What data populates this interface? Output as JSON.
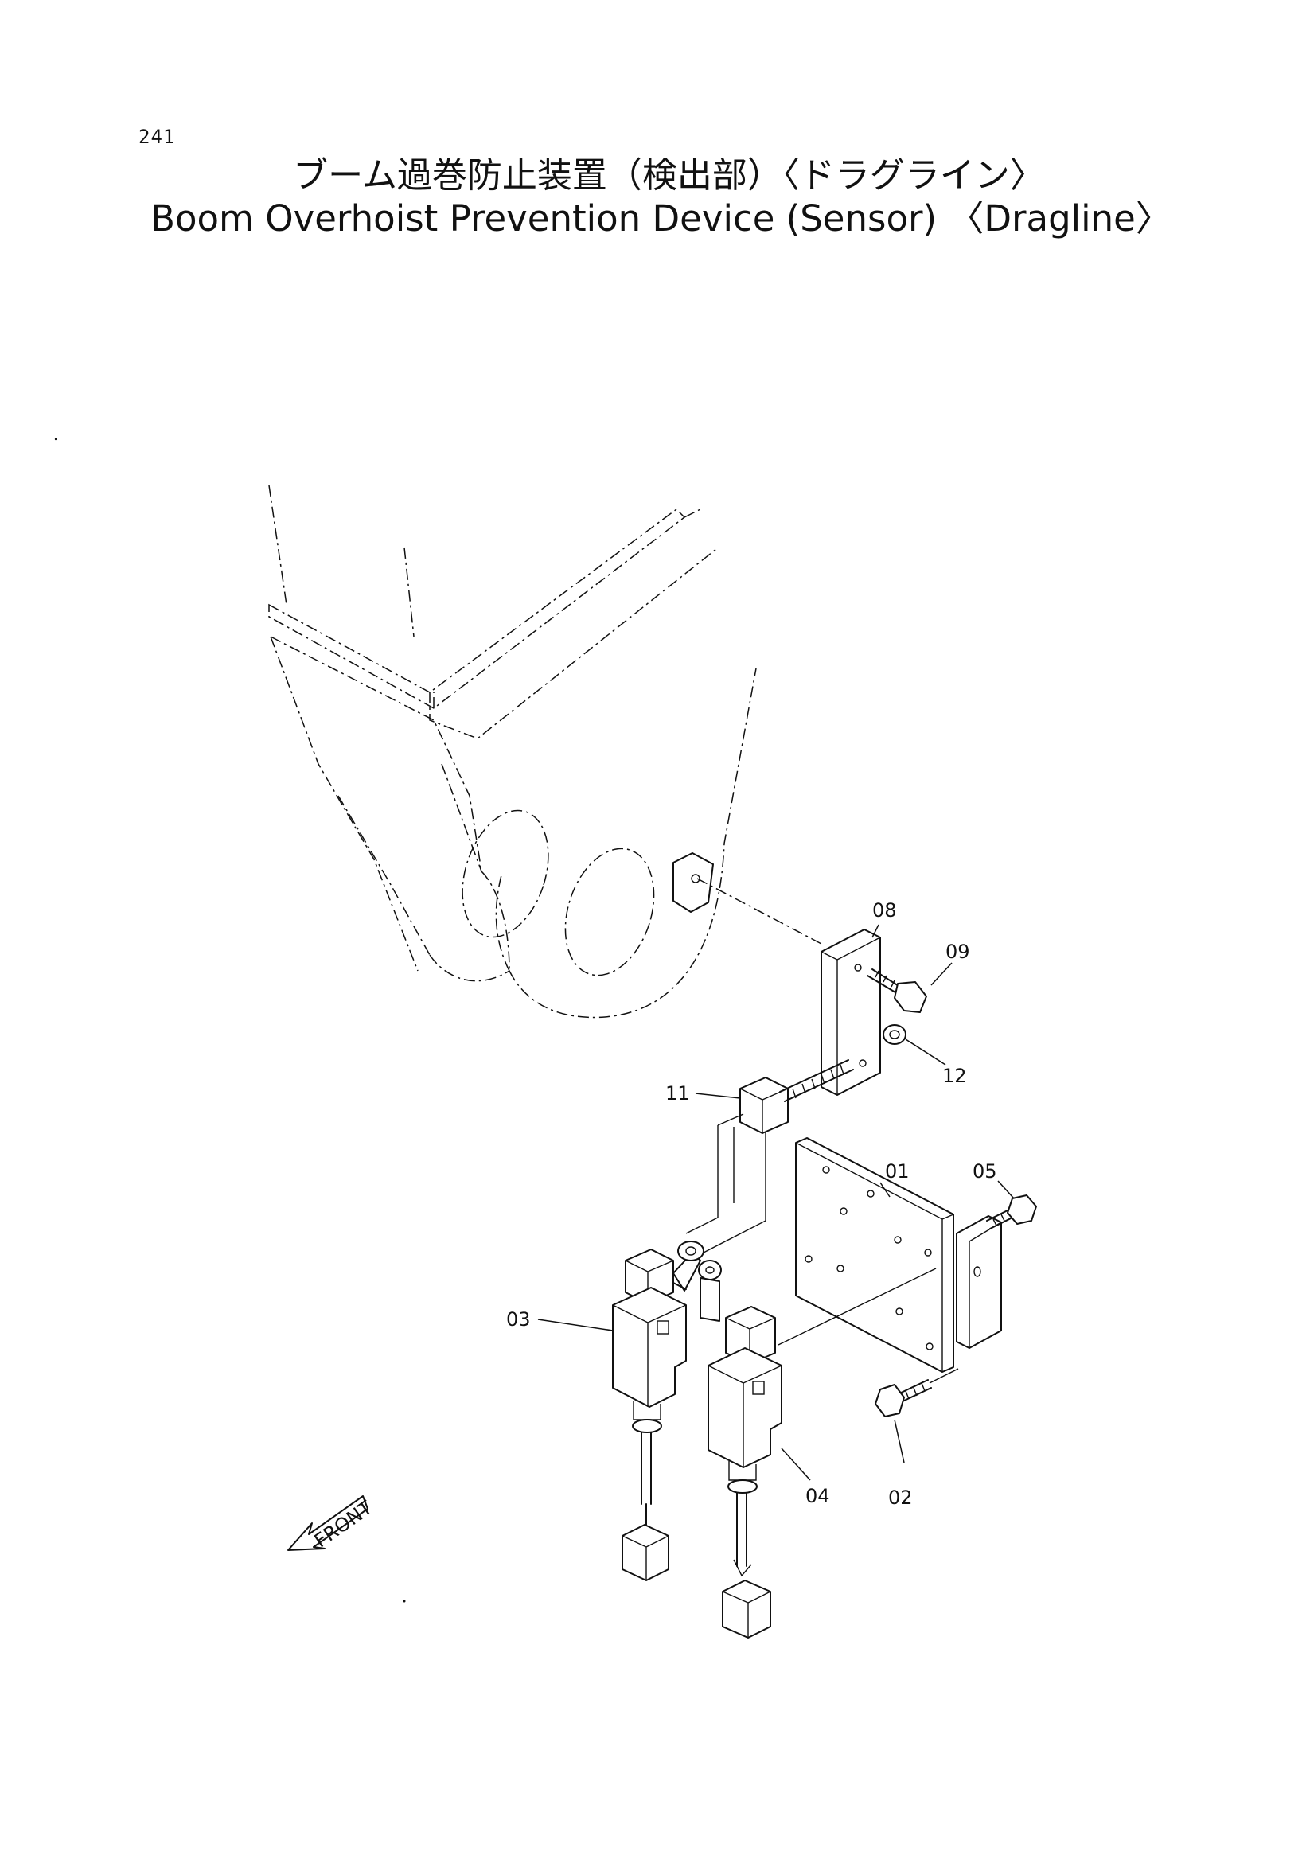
{
  "page_number": "241",
  "title_jp": "ブーム過巻防止装置（検出部）〈ドラグライン〉",
  "title_en": "Boom Overhoist Prevention Device (Sensor) 〈Dragline〉",
  "front_label": "FRONT",
  "parts": {
    "p01": "01",
    "p02": "02",
    "p03": "03",
    "p04": "04",
    "p05": "05",
    "p08": "08",
    "p09": "09",
    "p11": "11",
    "p12": "12"
  }
}
